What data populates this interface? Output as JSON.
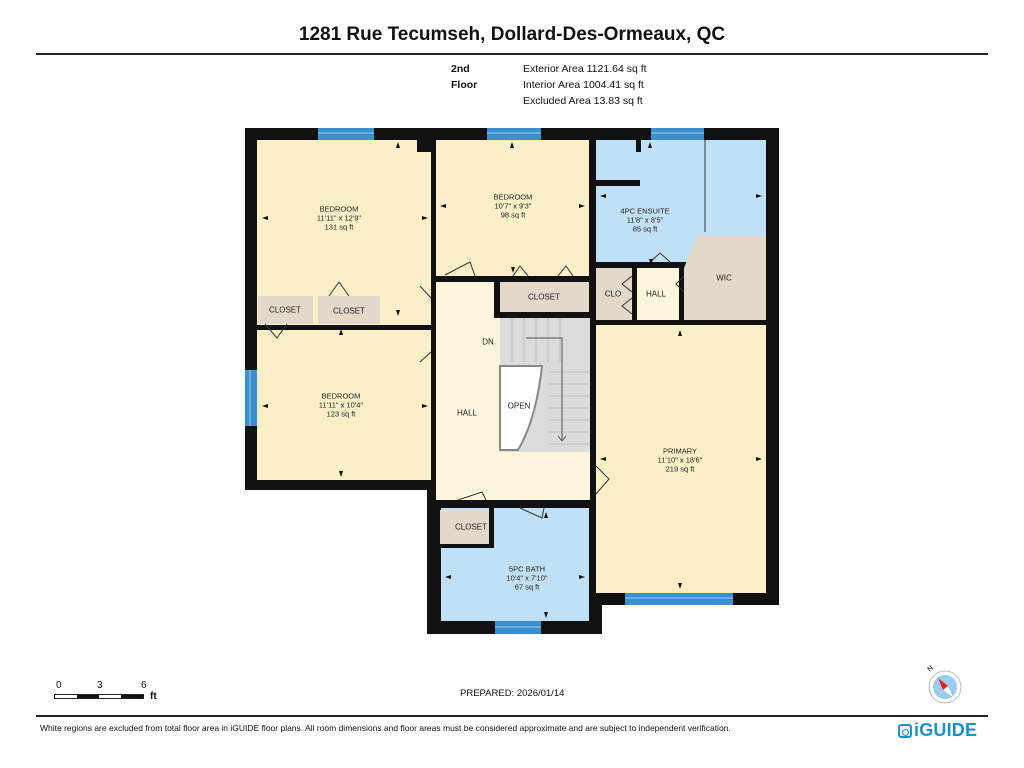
{
  "header": {
    "title": "1281 Rue Tecumseh, Dollard-Des-Ormeaux, QC",
    "floor_name": "2nd Floor",
    "exterior_area": "Exterior Area 1121.64 sq ft",
    "interior_area": "Interior Area 1004.41 sq ft",
    "excluded_area": "Excluded Area 13.83 sq ft"
  },
  "colors": {
    "wall": "#111111",
    "living": "#fbefc8",
    "bath": "#bfe0f7",
    "closet": "#e3d9cb",
    "hall": "#fdf6dc",
    "window": "#3a8fcf",
    "door_frame": "#d0d0d0",
    "stairs": "#dddddd",
    "brand": "#1f8fc9"
  },
  "rooms": [
    {
      "id": "bedroom-1",
      "name": "BEDROOM",
      "dims": "11'11\" x 12'9\"",
      "area": "131 sq ft"
    },
    {
      "id": "bedroom-2",
      "name": "BEDROOM",
      "dims": "10'7\" x 9'3\"",
      "area": "98 sq ft"
    },
    {
      "id": "ensuite",
      "name": "4PC ENSUITE",
      "dims": "11'8\" x 8'5\"",
      "area": "85 sq ft"
    },
    {
      "id": "bedroom-3",
      "name": "BEDROOM",
      "dims": "11'11\" x 10'4\"",
      "area": "123 sq ft"
    },
    {
      "id": "primary",
      "name": "PRIMARY",
      "dims": "11'10\" x 18'6\"",
      "area": "219 sq ft"
    },
    {
      "id": "bath",
      "name": "5PC BATH",
      "dims": "10'4\" x 7'10\"",
      "area": "67 sq ft"
    }
  ],
  "labels": {
    "closet_a": "CLOSET",
    "closet_b": "CLOSET",
    "closet_c": "CLOSET",
    "closet_d": "CLOSET",
    "clo": "CLO",
    "hall_small": "HALL",
    "wic": "WIC",
    "hall_main": "HALL",
    "dn": "DN",
    "open": "OPEN"
  },
  "scale": {
    "ticks": [
      "0",
      "3",
      "6"
    ],
    "unit": "ft"
  },
  "footer": {
    "prepared": "PREPARED: 2026/01/14",
    "disclaimer": "White regions are excluded from total floor area in iGUIDE floor plans. All room dimensions and floor areas must be considered approximate and are subject to independent verification.",
    "brand": "iGUIDE",
    "compass_label": "N"
  }
}
